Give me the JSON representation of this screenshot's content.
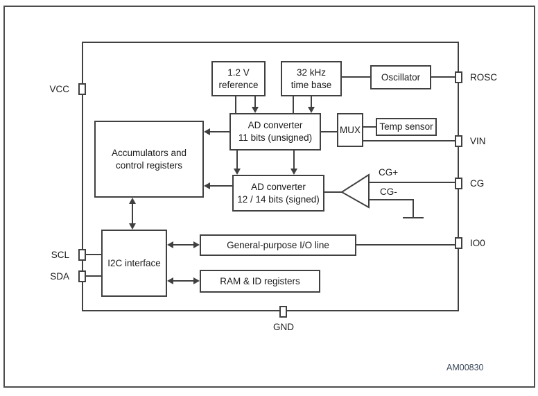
{
  "figure_id": "AM00830",
  "colors": {
    "line": "#404040",
    "text": "#1a1a1a",
    "figure_id_text": "#39475a",
    "background": "#ffffff"
  },
  "blocks": {
    "reference": {
      "lines": [
        "1.2 V",
        "reference"
      ]
    },
    "timebase": {
      "lines": [
        "32 kHz",
        "time base"
      ]
    },
    "oscillator": {
      "label": "Oscillator"
    },
    "adc11": {
      "lines": [
        "AD converter",
        "11 bits (unsigned)"
      ]
    },
    "mux": {
      "label": "MUX"
    },
    "tempsensor": {
      "label": "Temp sensor"
    },
    "adc12": {
      "lines": [
        "AD converter",
        "12 / 14 bits (signed)"
      ]
    },
    "accumulators": {
      "lines": [
        "Accumulators and",
        "control registers"
      ]
    },
    "i2c": {
      "label": "I2C interface"
    },
    "gpio": {
      "label": "General-purpose I/O line"
    },
    "ram": {
      "label": "RAM & ID registers"
    }
  },
  "pins": {
    "vcc": "VCC",
    "scl": "SCL",
    "sda": "SDA",
    "rosc": "ROSC",
    "vin": "VIN",
    "cg": "CG",
    "io0": "IO0",
    "gnd": "GND"
  },
  "signals": {
    "cg_plus": "CG+",
    "cg_minus": "CG-"
  }
}
